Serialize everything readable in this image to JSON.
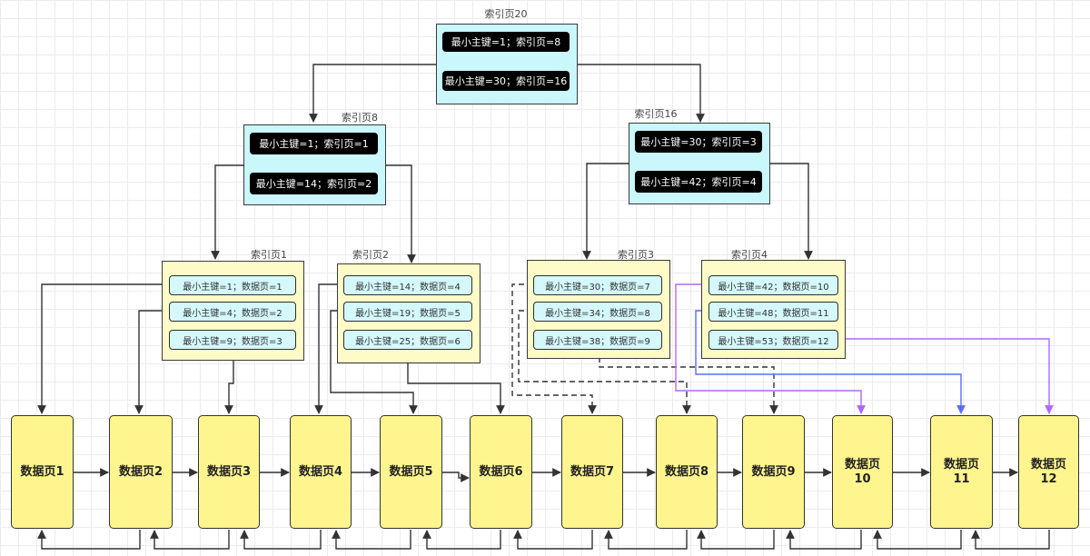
{
  "root": {
    "label": "索引页20",
    "records": [
      "最小主键=1；索引页=8",
      "最小主键=30；索引页=16"
    ]
  },
  "mid": [
    {
      "label": "索引页8",
      "records": [
        "最小主键=1；索引页=1",
        "最小主键=14；索引页=2"
      ]
    },
    {
      "label": "索引页16",
      "records": [
        "最小主键=30；索引页=3",
        "最小主键=42；索引页=4"
      ]
    }
  ],
  "leaf_index": [
    {
      "label": "索引页1",
      "records": [
        "最小主键=1；数据页=1",
        "最小主键=4；数据页=2",
        "最小主键=9；数据页=3"
      ]
    },
    {
      "label": "索引页2",
      "records": [
        "最小主键=14；数据页=4",
        "最小主键=19；数据页=5",
        "最小主键=25；数据页=6"
      ]
    },
    {
      "label": "索引页3",
      "records": [
        "最小主键=30；数据页=7",
        "最小主键=34；数据页=8",
        "最小主键=38；数据页=9"
      ]
    },
    {
      "label": "索引页4",
      "records": [
        "最小主键=42；数据页=10",
        "最小主键=48；数据页=11",
        "最小主键=53；数据页=12"
      ]
    }
  ],
  "data_pages": [
    "数据页1",
    "数据页2",
    "数据页3",
    "数据页4",
    "数据页5",
    "数据页6",
    "数据页7",
    "数据页8",
    "数据页9",
    "数据页10",
    "数据页11",
    "数据页12"
  ],
  "colors": {
    "index_fill": "#c9f7fb",
    "leaf_index_fill": "#fffbc8",
    "data_page_fill": "#fff58e",
    "purple_link": "#b266ff",
    "blue_link": "#5a6cff"
  }
}
